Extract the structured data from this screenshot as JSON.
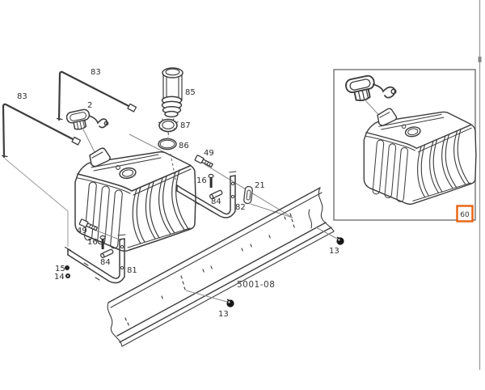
{
  "diagram": {
    "kind": "exploded-parts-diagram",
    "subject": "fuel tank assembly on frame rail",
    "frame_section_code": "5001-08",
    "highlighted_item": "60"
  },
  "colors": {
    "line": "#3d3d3d",
    "leader": "#8a8a8a",
    "highlight_orange": "#e8630f",
    "background": "#ffffff"
  },
  "parts": {
    "strap_top": "83",
    "strap_left": "83",
    "cap": "2",
    "filler_neck": "85",
    "seal_ring": "87",
    "gasket": "86",
    "bolt_right": "49",
    "screw_right": "16",
    "pin_right": "84",
    "clip": "21",
    "bracket_right": "82",
    "bolt_left": "49",
    "screw_left": "16",
    "pin_left": "84",
    "washer": "15",
    "nut": "14",
    "bracket_left": "81",
    "frame_section": "5001-08",
    "plug_frame": "13",
    "plug_end": "13",
    "highlight_ref": "60"
  }
}
